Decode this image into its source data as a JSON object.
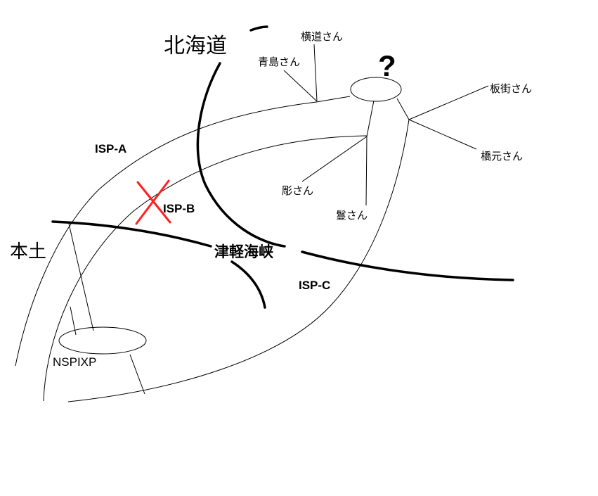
{
  "regions": {
    "hokkaido": "北海道",
    "honshu": "本土",
    "strait": "津軽海峡"
  },
  "isps": {
    "a": "ISP-A",
    "b": "ISP-B",
    "c": "ISP-C"
  },
  "ixp": {
    "label": "NSPIXP"
  },
  "unknown_node": {
    "label": "?"
  },
  "people": {
    "yokomichi": "横道さん",
    "aoshima": "青島さん",
    "itamachi": "板街さん",
    "hashimoto": "橋元さん",
    "hori": "彫さん",
    "kami": "鬘さん"
  },
  "colors": {
    "line": "#000000",
    "cross": "#ff2020",
    "background": "#ffffff"
  }
}
